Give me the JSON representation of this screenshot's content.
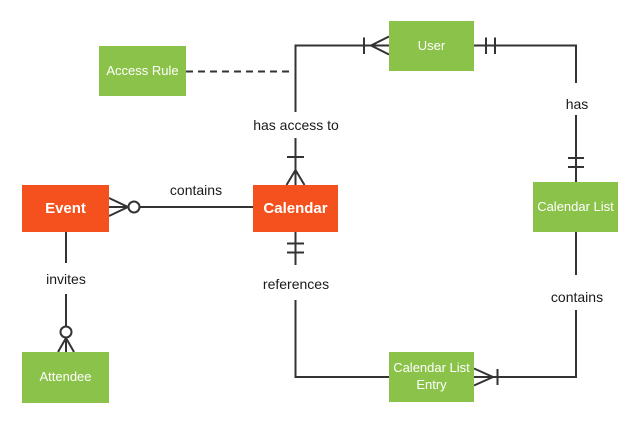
{
  "diagram": {
    "type": "entity-relationship-diagram",
    "notation": "crows-foot",
    "colors": {
      "entity_orange": "#F4511E",
      "entity_green": "#8BC34A",
      "entity_text": "#FFFFFF",
      "line": "#333333",
      "label_text": "#1A1A1A",
      "background": "#FFFFFF"
    },
    "entities": {
      "event": {
        "label": "Event",
        "style": "orange"
      },
      "calendar": {
        "label": "Calendar",
        "style": "orange"
      },
      "user": {
        "label": "User",
        "style": "green"
      },
      "access_rule": {
        "label": "Access Rule",
        "style": "green"
      },
      "calendar_list": {
        "label": "Calendar List",
        "style": "green"
      },
      "calendar_list_entry": {
        "label": "Calendar List Entry",
        "style": "green"
      },
      "attendee": {
        "label": "Attendee",
        "style": "green"
      }
    },
    "labels": {
      "contains_top": "contains",
      "has_access_to": "has access to",
      "has": "has",
      "contains_right": "contains",
      "references": "references",
      "invites": "invites"
    },
    "relationships": [
      {
        "label": "contains",
        "from": "event",
        "to": "calendar",
        "line": "solid",
        "event_end": "zero-or-many",
        "calendar_end": "plain"
      },
      {
        "label": "has access to",
        "from": "user",
        "to": "calendar",
        "line": "solid",
        "user_end": "one-or-many",
        "calendar_end": "one-or-many"
      },
      {
        "label": "",
        "from": "access_rule",
        "to": "has-access-to-line",
        "line": "dashed",
        "ends": "plain"
      },
      {
        "label": "has",
        "from": "user",
        "to": "calendar_list",
        "line": "solid",
        "user_end": "exactly-one",
        "calendar_list_end": "exactly-one"
      },
      {
        "label": "contains",
        "from": "calendar_list",
        "to": "calendar_list_entry",
        "line": "solid",
        "calendar_list_end": "plain",
        "calendar_list_entry_end": "one-or-many"
      },
      {
        "label": "references",
        "from": "calendar",
        "to": "calendar_list_entry",
        "line": "solid",
        "calendar_end": "exactly-one",
        "calendar_list_entry_end": "plain"
      },
      {
        "label": "invites",
        "from": "event",
        "to": "attendee",
        "line": "solid",
        "event_end": "plain",
        "attendee_end": "zero-or-many"
      }
    ]
  }
}
